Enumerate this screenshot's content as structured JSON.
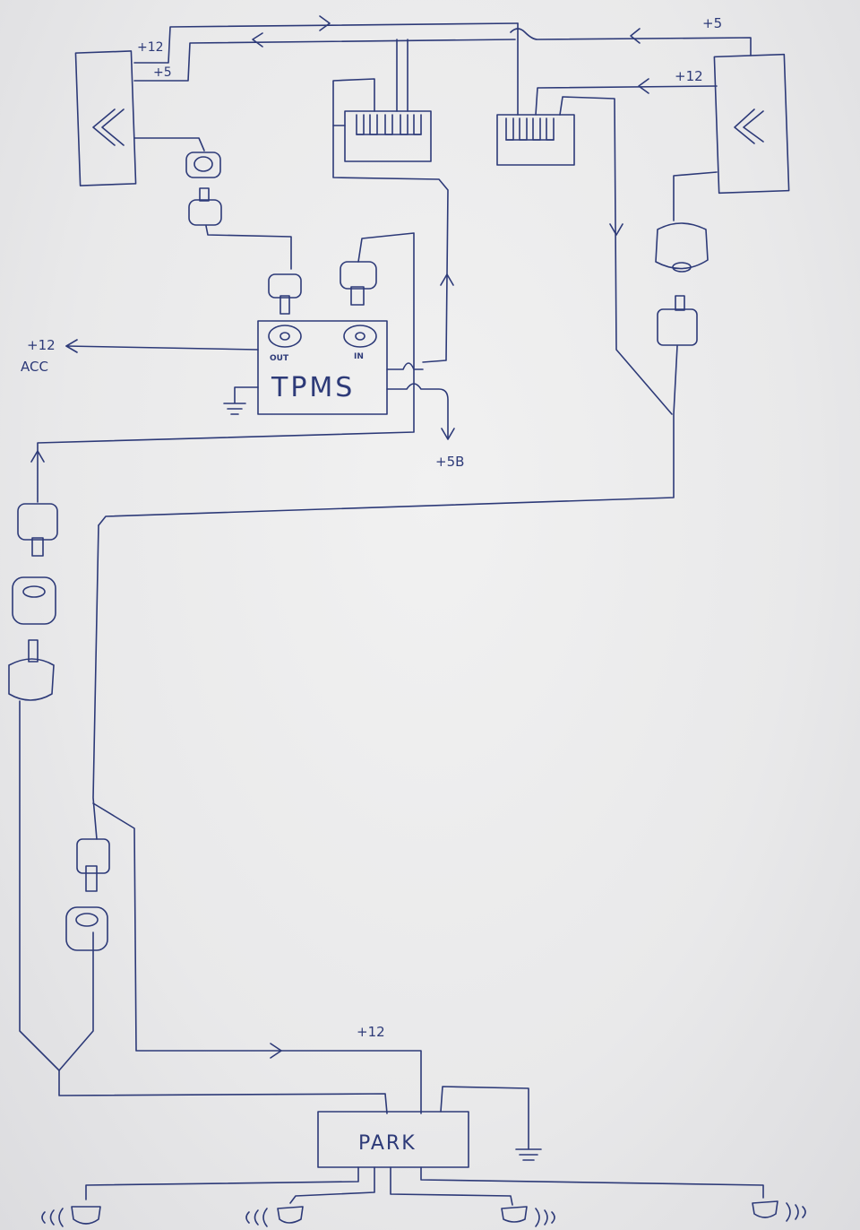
{
  "labels": {
    "top_left_plus12": "+12",
    "top_left_plus5": "+5",
    "top_right_plus5": "+5",
    "top_right_plus12": "+12",
    "acc_plus12": "+12",
    "acc": "ACC",
    "tpms": "TPMS",
    "tpms_out": "OUT",
    "tpms_in": "IN",
    "plus5v": "+5B",
    "bottom_plus12": "+12",
    "park": "PARK"
  },
  "colors": {
    "ink": "#2d3a78",
    "paper": "#ececec"
  }
}
